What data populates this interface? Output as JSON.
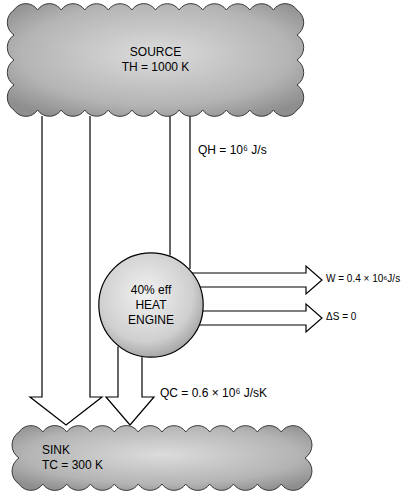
{
  "diagram": {
    "nodes": [
      {
        "text": [
          "SOURCE",
          "TH = 1000 K"
        ]
      },
      {
        "text": [
          "40% eff",
          "HEAT ENGINE"
        ]
      },
      {
        "text": [
          "SINK",
          "TC = 300 K"
        ]
      }
    ],
    "edges": [
      {
        "from": 0,
        "to": 2,
        "arrow": "to"
      },
      {
        "from": 0,
        "to": 1,
        "arrow": "none"
      },
      {
        "from": 1,
        "to": 2,
        "arrow": "to"
      }
    ],
    "labels": [
      "QH = 10⁶ J/s",
      "W = 0.4 × 10⁶J/s",
      "ΔS = 0",
      "QC = 0.6 × 10⁶ J/sK"
    ]
  }
}
